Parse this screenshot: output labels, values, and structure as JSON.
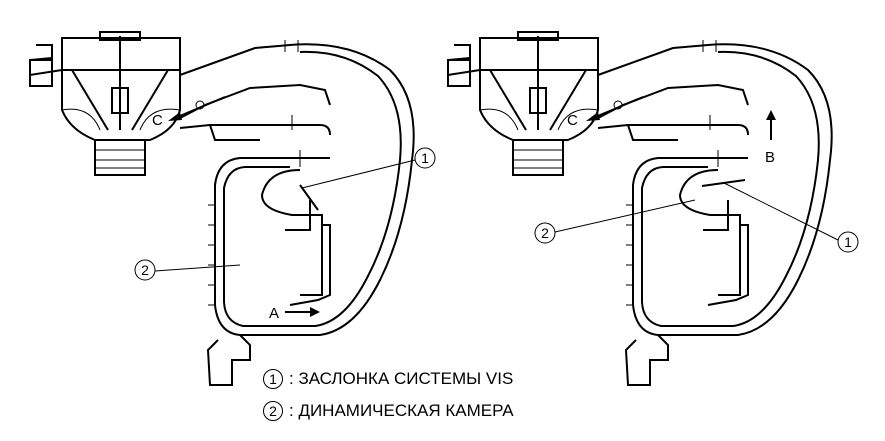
{
  "diagram_left": {
    "label_c": "C",
    "label_a": "A",
    "callout_1": "1",
    "callout_2": "2"
  },
  "diagram_right": {
    "label_c": "C",
    "label_b": "B",
    "callout_1": "1",
    "callout_2": "2"
  },
  "legend": [
    {
      "num": "1",
      "text": ": ЗАСЛОНКА СИСТЕМЫ VIS"
    },
    {
      "num": "2",
      "text": ": ДИНАМИЧЕСКАЯ КАМЕРА"
    }
  ]
}
